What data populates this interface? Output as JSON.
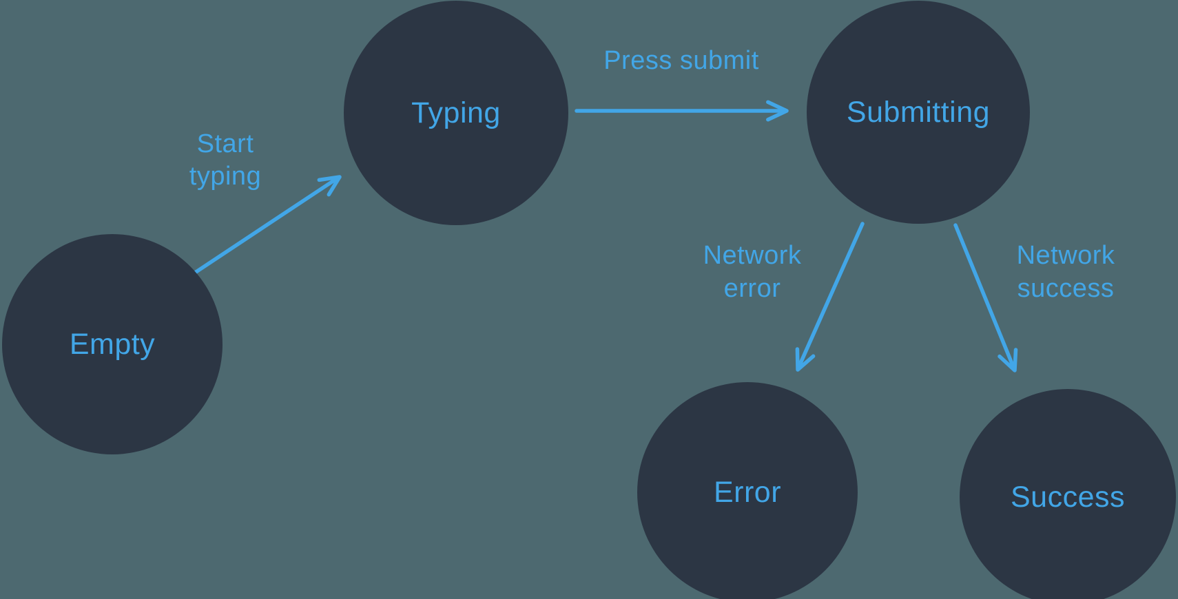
{
  "diagram": {
    "type": "state-machine",
    "colors": {
      "background": "#4d6970",
      "node_fill": "#2c3644",
      "accent_blue": "#42a6e7"
    },
    "nodes": [
      {
        "id": "empty",
        "label": "Empty"
      },
      {
        "id": "typing",
        "label": "Typing"
      },
      {
        "id": "submitting",
        "label": "Submitting"
      },
      {
        "id": "error",
        "label": "Error"
      },
      {
        "id": "success",
        "label": "Success"
      }
    ],
    "edges": [
      {
        "from": "empty",
        "to": "typing",
        "lines": [
          "Start",
          "typing"
        ]
      },
      {
        "from": "typing",
        "to": "submitting",
        "lines": [
          "Press submit"
        ]
      },
      {
        "from": "submitting",
        "to": "error",
        "lines": [
          "Network",
          "error"
        ]
      },
      {
        "from": "submitting",
        "to": "success",
        "lines": [
          "Network",
          "success"
        ]
      }
    ]
  }
}
